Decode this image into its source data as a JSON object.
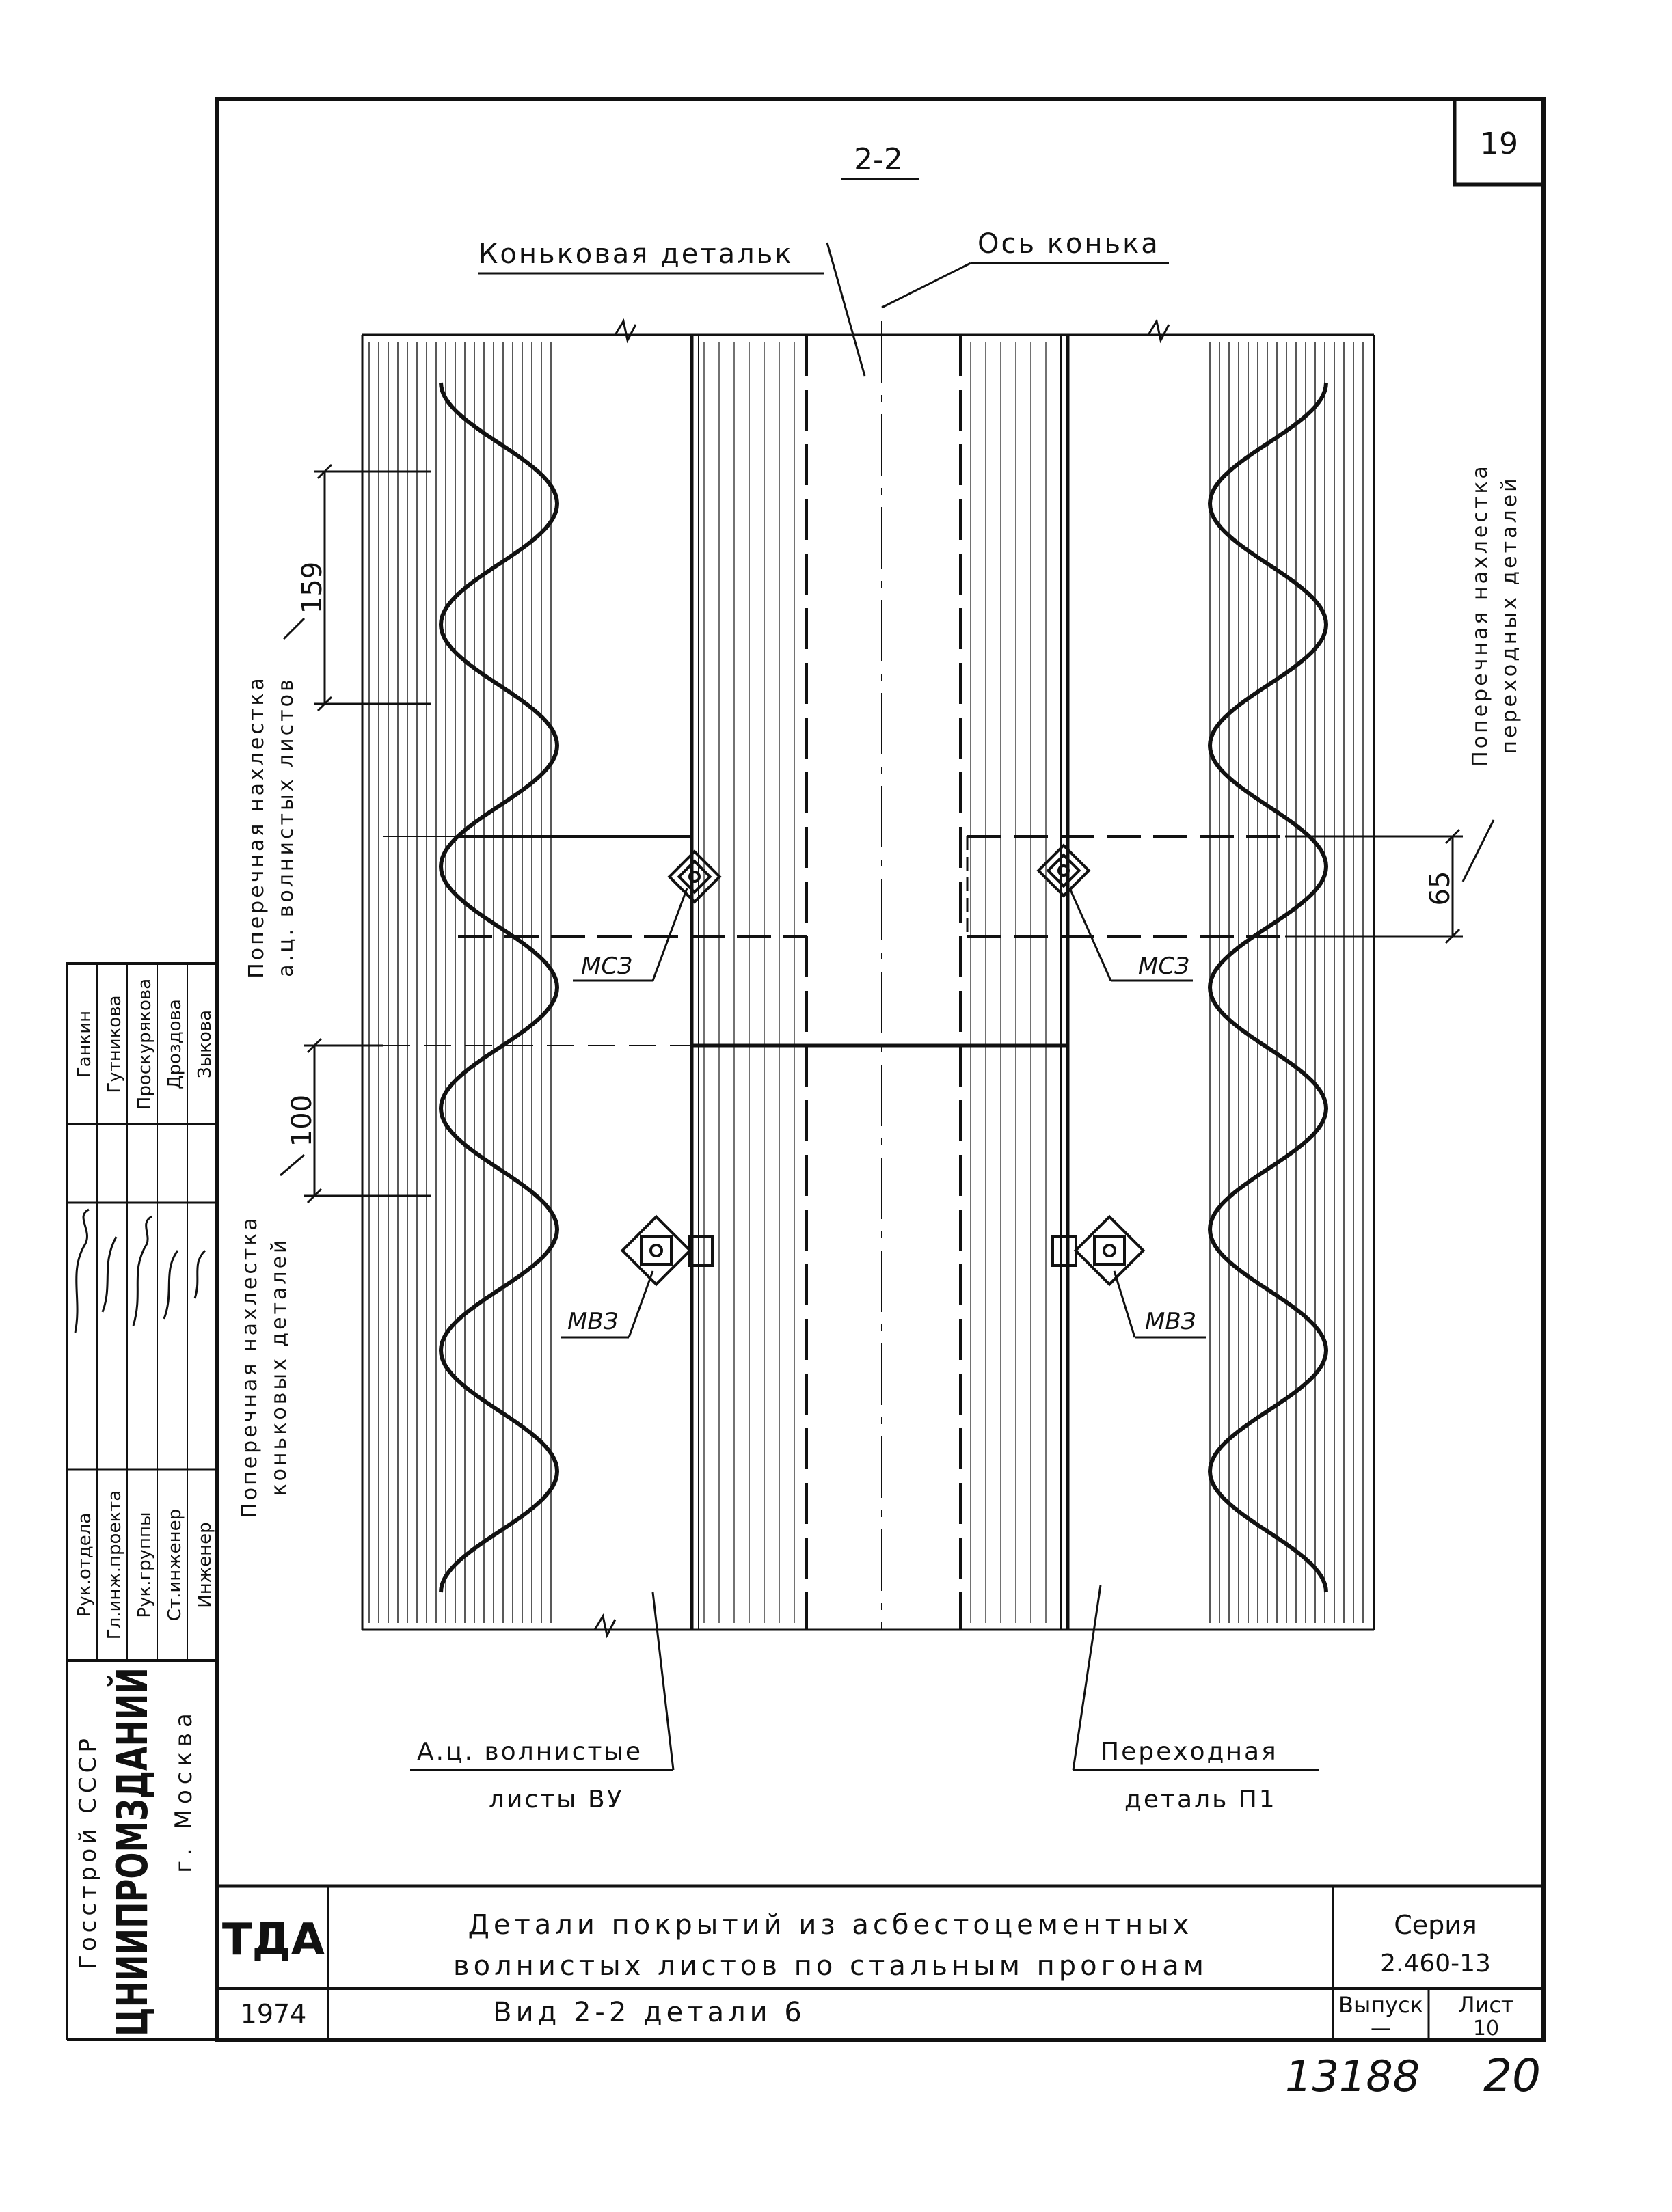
{
  "sheet": {
    "page_number": "19",
    "section_mark": "2-2",
    "bottom_handwritten_left": "13188",
    "bottom_handwritten_right": "20"
  },
  "labels": {
    "ridge_detail": "Коньковая детальк",
    "ridge_axis": "Ось конька",
    "transverse_overlap_sheets_line1": "Поперечная нахлестка",
    "transverse_overlap_sheets_line2": "а.ц. волнистых листов",
    "transverse_overlap_ridge_line1": "Поперечная нахлестка",
    "transverse_overlap_ridge_line2": "коньковых деталей",
    "transverse_overlap_transition_line1": "Поперечная нахлестка",
    "transverse_overlap_transition_line2": "переходных деталей",
    "msz_left": "МСЗ",
    "msz_right": "МСЗ",
    "mvz_left": "МВЗ",
    "mvz_right": "МВЗ",
    "corrugated_sheets_line1": "А.ц. волнистые",
    "corrugated_sheets_line2": "листы ВУ",
    "transition_detail_line1": "Переходная",
    "transition_detail_line2": "деталь П1"
  },
  "dimensions": {
    "wave_pitch": "159",
    "overlap_left": "100",
    "overlap_right": "65"
  },
  "org": {
    "line1": "Госстрой СССР",
    "line2": "ЦНИИПРОМЗДАНИЙ",
    "line3": "г. Москва"
  },
  "signatures": {
    "roles": [
      "Рук.отдела",
      "Гл.инж.проекта",
      "Рук.группы",
      "Ст.инженер",
      "Инженер"
    ],
    "names": [
      "Ганкин",
      "Гутникова",
      "Проскурякова",
      "Дроздова",
      "Зыкова"
    ]
  },
  "title_block": {
    "org_code": "ТДА",
    "year": "1974",
    "title_line1": "Детали покрытий из асбестоцементных",
    "title_line2": "волнистых листов по стальным прогонам",
    "subtitle": "Вид 2-2 детали 6",
    "series_label": "Серия",
    "series_value": "2.460-13",
    "issue_label": "Выпуск",
    "issue_value": "—",
    "sheet_label": "Лист",
    "sheet_value": "10"
  }
}
